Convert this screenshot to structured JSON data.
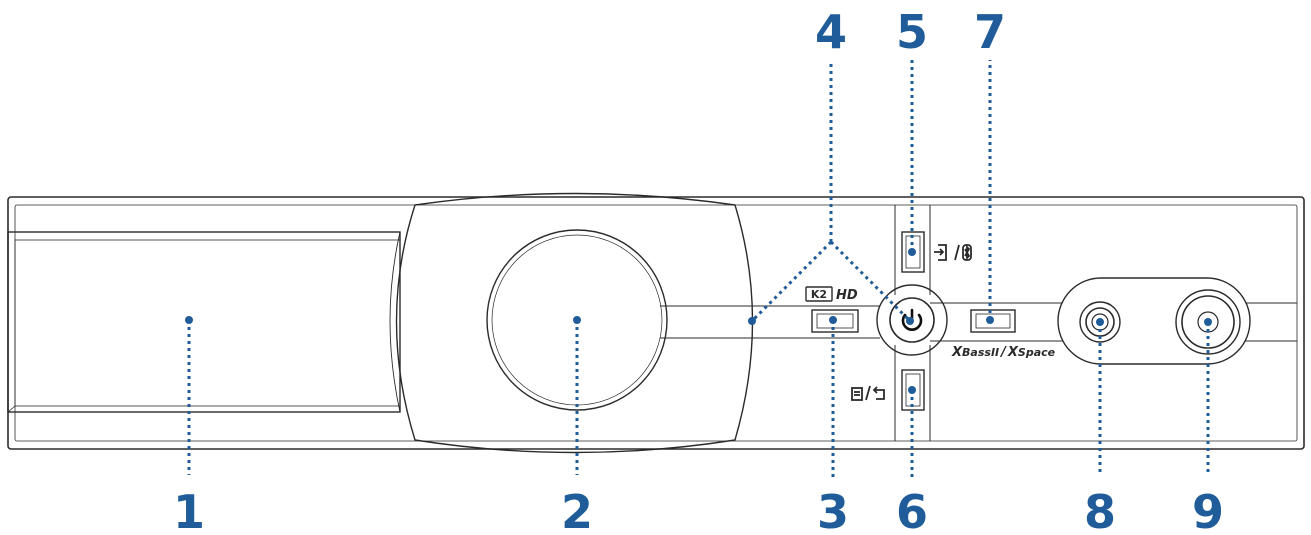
{
  "colors": {
    "accent": "#1f5c99",
    "outline": "#2b2b2b",
    "background": "#ffffff"
  },
  "labels": {
    "k2": "K2",
    "hd": "HD",
    "xbass": "Bass",
    "xbass_suffix": "II",
    "slash": "/",
    "xspace": "Space",
    "x_mark": "X"
  },
  "icons": {
    "power": "power-icon",
    "input_bluetooth": "input-bluetooth-icon",
    "menu_back": "menu-back-icon"
  },
  "callouts": [
    {
      "id": "1",
      "label": "1"
    },
    {
      "id": "2",
      "label": "2"
    },
    {
      "id": "3",
      "label": "3"
    },
    {
      "id": "4",
      "label": "4"
    },
    {
      "id": "5",
      "label": "5"
    },
    {
      "id": "6",
      "label": "6"
    },
    {
      "id": "7",
      "label": "7"
    },
    {
      "id": "8",
      "label": "8"
    },
    {
      "id": "9",
      "label": "9"
    }
  ]
}
